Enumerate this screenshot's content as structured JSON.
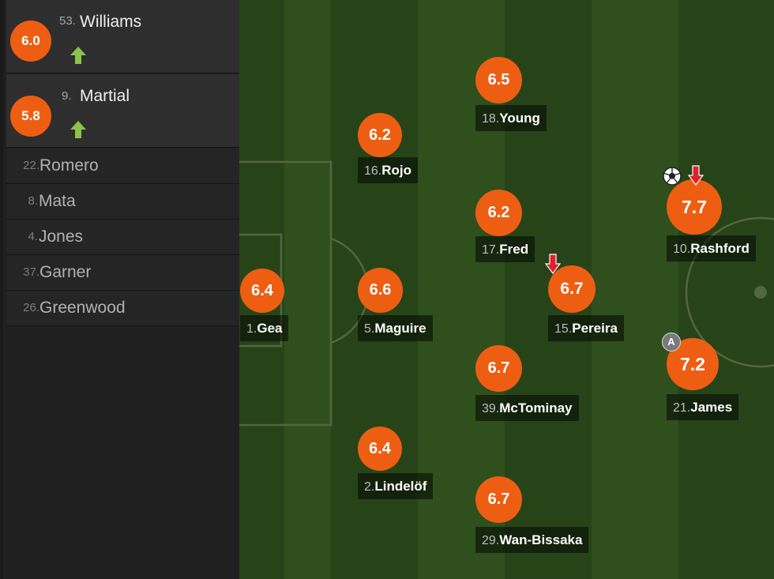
{
  "substitutes": [
    {
      "rating": "6.0",
      "number": "53.",
      "name": "Williams"
    },
    {
      "rating": "5.8",
      "number": "9.",
      "name": "Martial"
    }
  ],
  "bench": [
    {
      "number": "22.",
      "name": "Romero"
    },
    {
      "number": "8.",
      "name": "Mata"
    },
    {
      "number": "4.",
      "name": "Jones"
    },
    {
      "number": "37.",
      "name": "Garner"
    },
    {
      "number": "26.",
      "name": "Greenwood"
    }
  ],
  "players": {
    "gea": {
      "rating": "6.4",
      "number": "1.",
      "name": "Gea"
    },
    "rojo": {
      "rating": "6.2",
      "number": "16.",
      "name": "Rojo"
    },
    "maguire": {
      "rating": "6.6",
      "number": "5.",
      "name": "Maguire"
    },
    "lindelof": {
      "rating": "6.4",
      "number": "2.",
      "name": "Lindelöf"
    },
    "young": {
      "rating": "6.5",
      "number": "18.",
      "name": "Young"
    },
    "fred": {
      "rating": "6.2",
      "number": "17.",
      "name": "Fred"
    },
    "mctominay": {
      "rating": "6.7",
      "number": "39.",
      "name": "McTominay"
    },
    "wanbissaka": {
      "rating": "6.7",
      "number": "29.",
      "name": "Wan-Bissaka"
    },
    "pereira": {
      "rating": "6.7",
      "number": "15.",
      "name": "Pereira"
    },
    "rashford": {
      "rating": "7.7",
      "number": "10.",
      "name": "Rashford"
    },
    "james": {
      "rating": "7.2",
      "number": "21.",
      "name": "James"
    }
  },
  "icons": {
    "sub_in": "up-arrow-icon",
    "sub_out": "down-arrow-icon",
    "goal": "football-icon",
    "assist_letter": "A"
  },
  "colors": {
    "rating": "#ed5e13",
    "sub_in_arrow": "#8bc34a",
    "sub_out_arrow": "#e0202a"
  }
}
